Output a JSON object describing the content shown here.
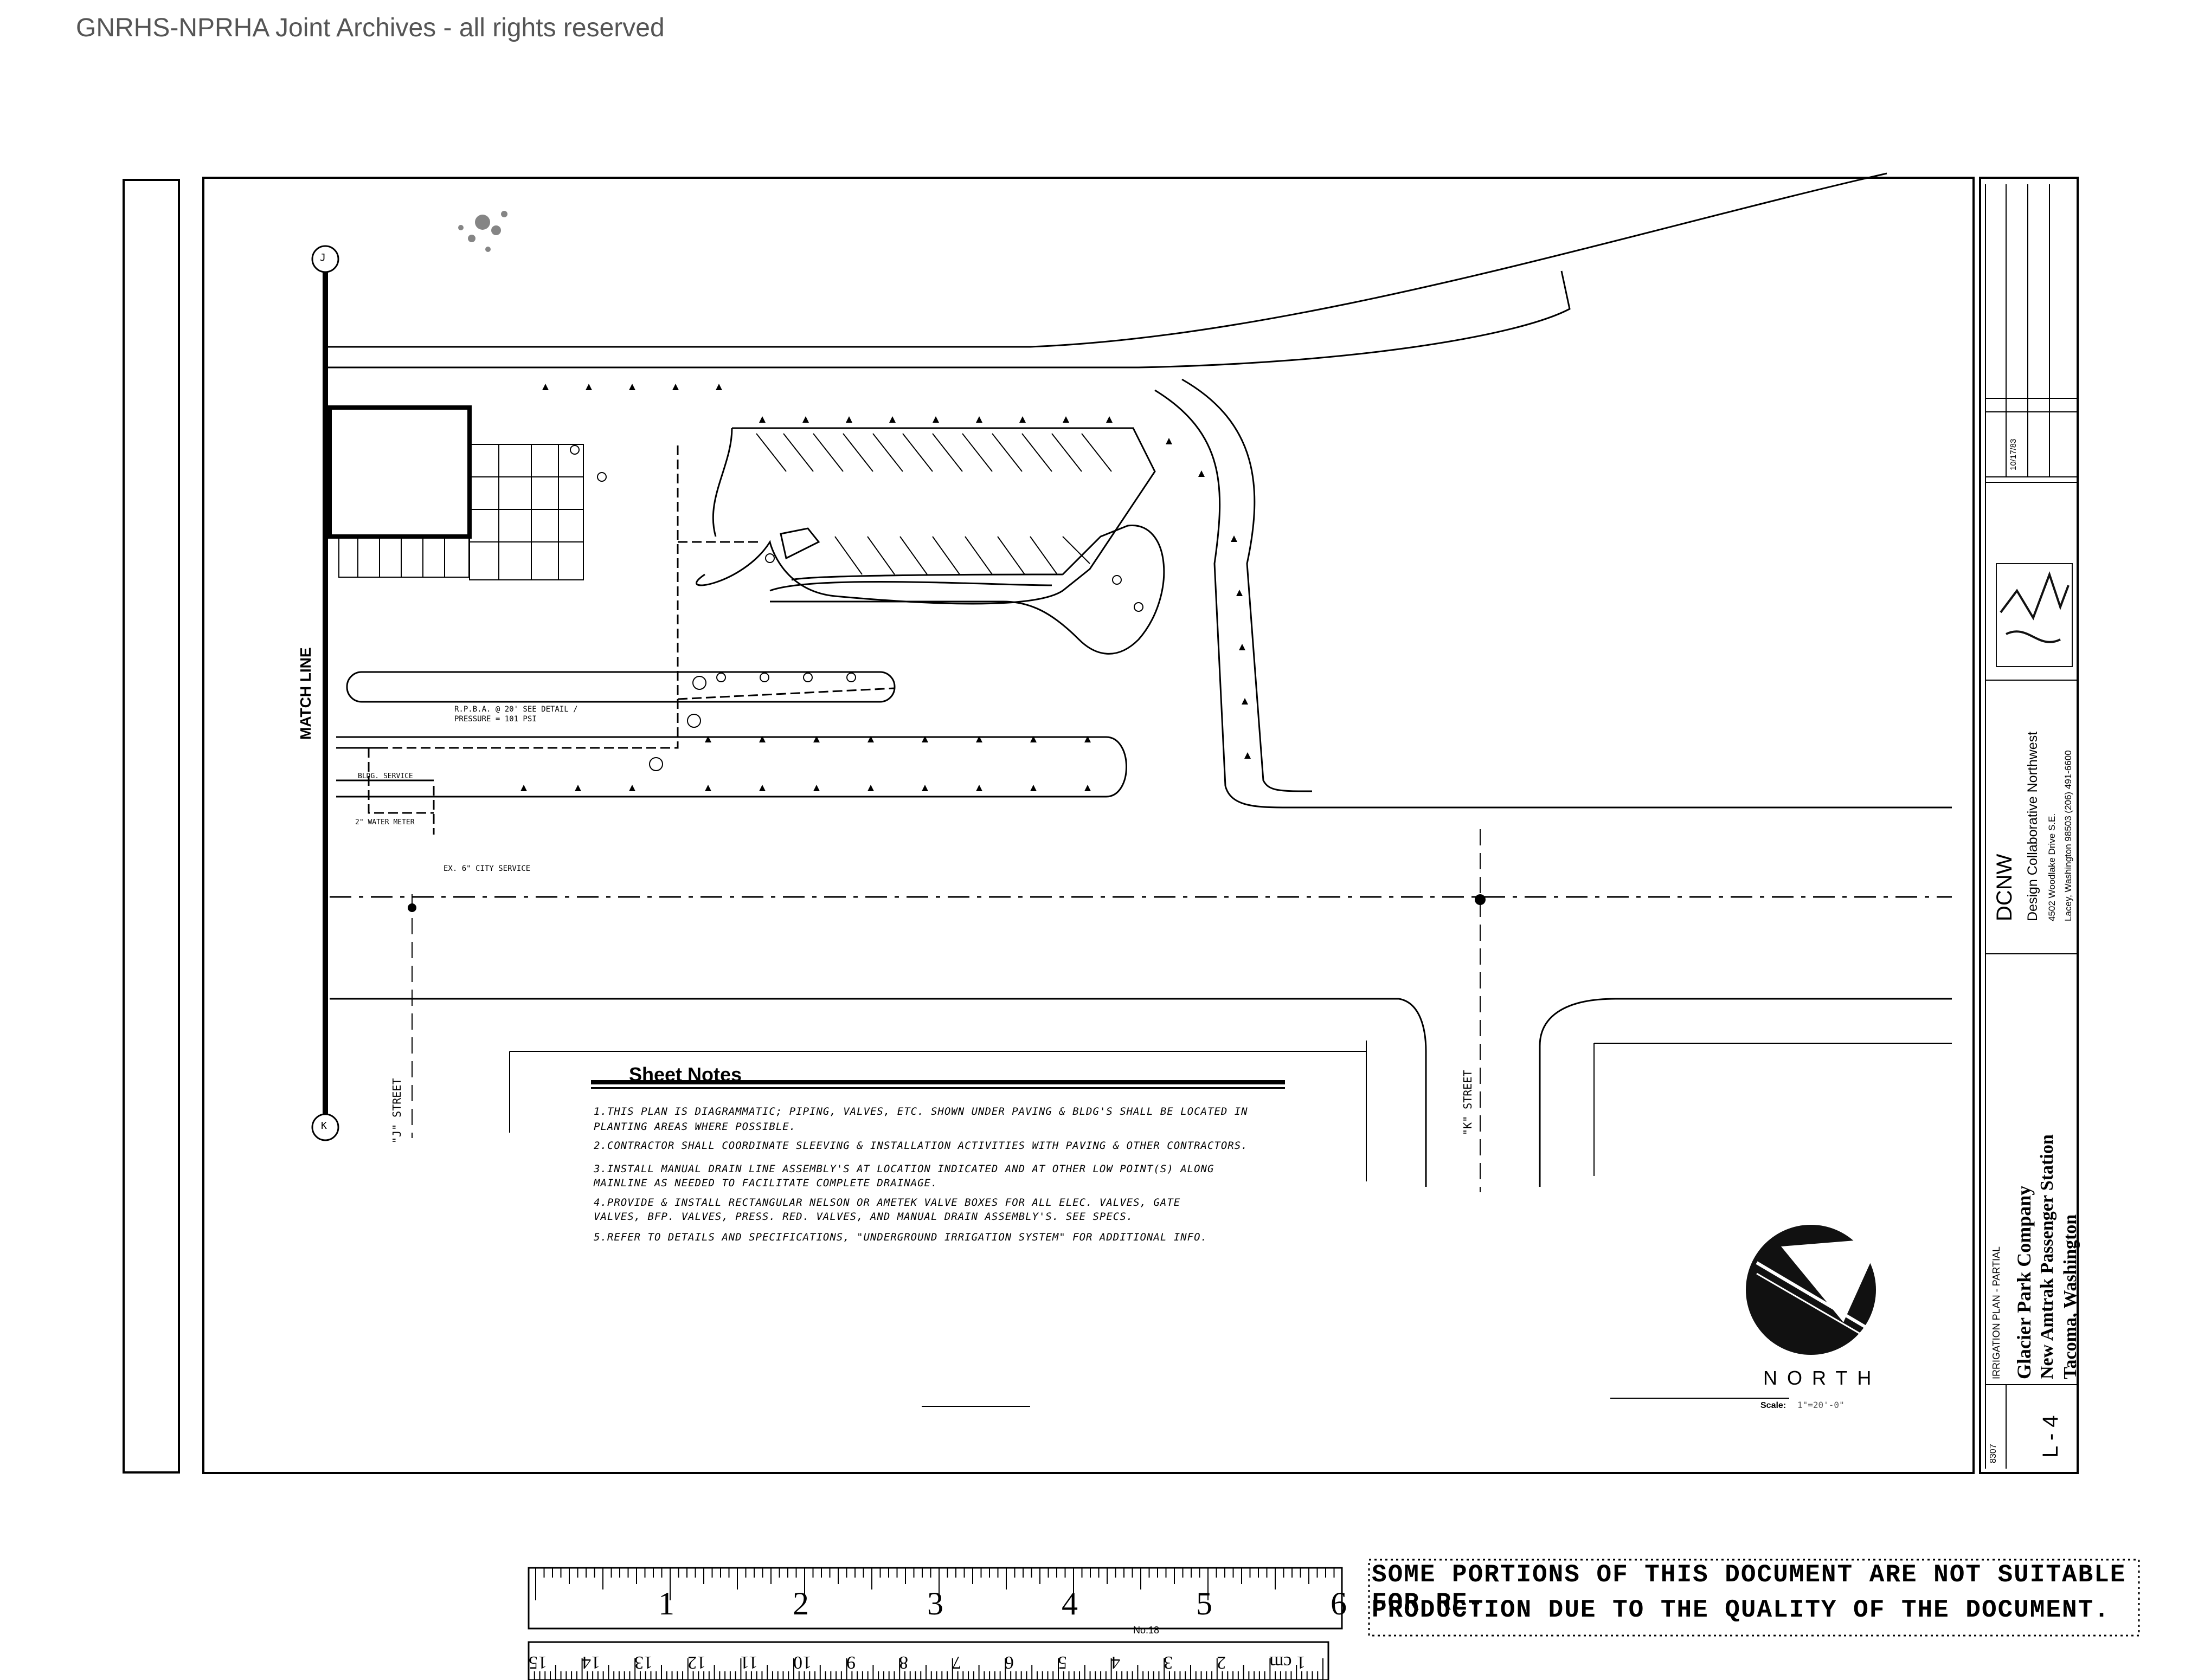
{
  "archive_label": "GNRHS-NPRHA Joint Archives - all rights reserved",
  "plan": {
    "match_line_label": "MATCH LINE",
    "street_j": "\"J\" STREET",
    "street_k": "\"K\" STREET",
    "rpba_note": "R.P.B.A. @ 20' SEE DETAIL / PRESSURE = 101 PSI",
    "city_service": "EX. 6\" CITY SERVICE",
    "water_meter": "2\" WATER METER",
    "bldg_service": "BLDG. SERVICE",
    "match_letter_top": "J",
    "match_letter_bottom": "K"
  },
  "sheet_notes": {
    "title": "Sheet Notes",
    "items": [
      "1.THIS PLAN IS DIAGRAMMATIC; PIPING, VALVES, ETC. SHOWN UNDER PAVING & BLDG'S SHALL BE LOCATED IN",
      "PLANTING AREAS WHERE POSSIBLE.",
      "2.CONTRACTOR SHALL COORDINATE SLEEVING & INSTALLATION ACTIVITIES WITH PAVING & OTHER CONTRACTORS.",
      "3.INSTALL MANUAL DRAIN LINE ASSEMBLY'S AT LOCATION INDICATED AND AT OTHER LOW POINT(S) ALONG",
      "MAINLINE AS NEEDED TO FACILITATE COMPLETE DRAINAGE.",
      "4.PROVIDE & INSTALL RECTANGULAR NELSON OR AMETEK VALVE BOXES FOR ALL ELEC. VALVES, GATE",
      "VALVES, BFP. VALVES, PRESS. RED. VALVES, AND MANUAL DRAIN ASSEMBLY'S. SEE SPECS.",
      "5.REFER TO DETAILS AND SPECIFICATIONS, \"UNDERGROUND IRRIGATION SYSTEM\" FOR ADDITIONAL INFO."
    ]
  },
  "north": {
    "label": "NORTH",
    "scale_label": "Scale:",
    "scale_value": "1\"=20'-0\""
  },
  "title_block": {
    "date": "10/17/83",
    "firm_abbr": "DCNW",
    "firm_name": "Design Collaborative Northwest",
    "firm_address": "4502 Woodlake Drive S.E.",
    "firm_city": "Lacey, Washington 98503   (206) 491-6600",
    "sheet_title": "IRRIGATION PLAN - PARTIAL",
    "client": "Glacier Park Company",
    "project": "New Amtrak Passenger Station",
    "location": "Tacoma, Washington",
    "job_no": "8307",
    "sheet_no": "L - 4"
  },
  "ruler": {
    "inch_labels": [
      "1",
      "2",
      "3",
      "4",
      "5",
      "6"
    ],
    "cm_labels": [
      "15",
      "14",
      "13",
      "12",
      "11",
      "10",
      "9",
      "8",
      "7",
      "6",
      "5",
      "4",
      "3",
      "2",
      "1 cm"
    ],
    "brand": "No.18"
  },
  "warning": {
    "line1": "SOME PORTIONS OF THIS DOCUMENT ARE NOT SUITABLE FOR RE-",
    "line2": "PRODUCTION DUE TO THE QUALITY OF THE DOCUMENT."
  }
}
